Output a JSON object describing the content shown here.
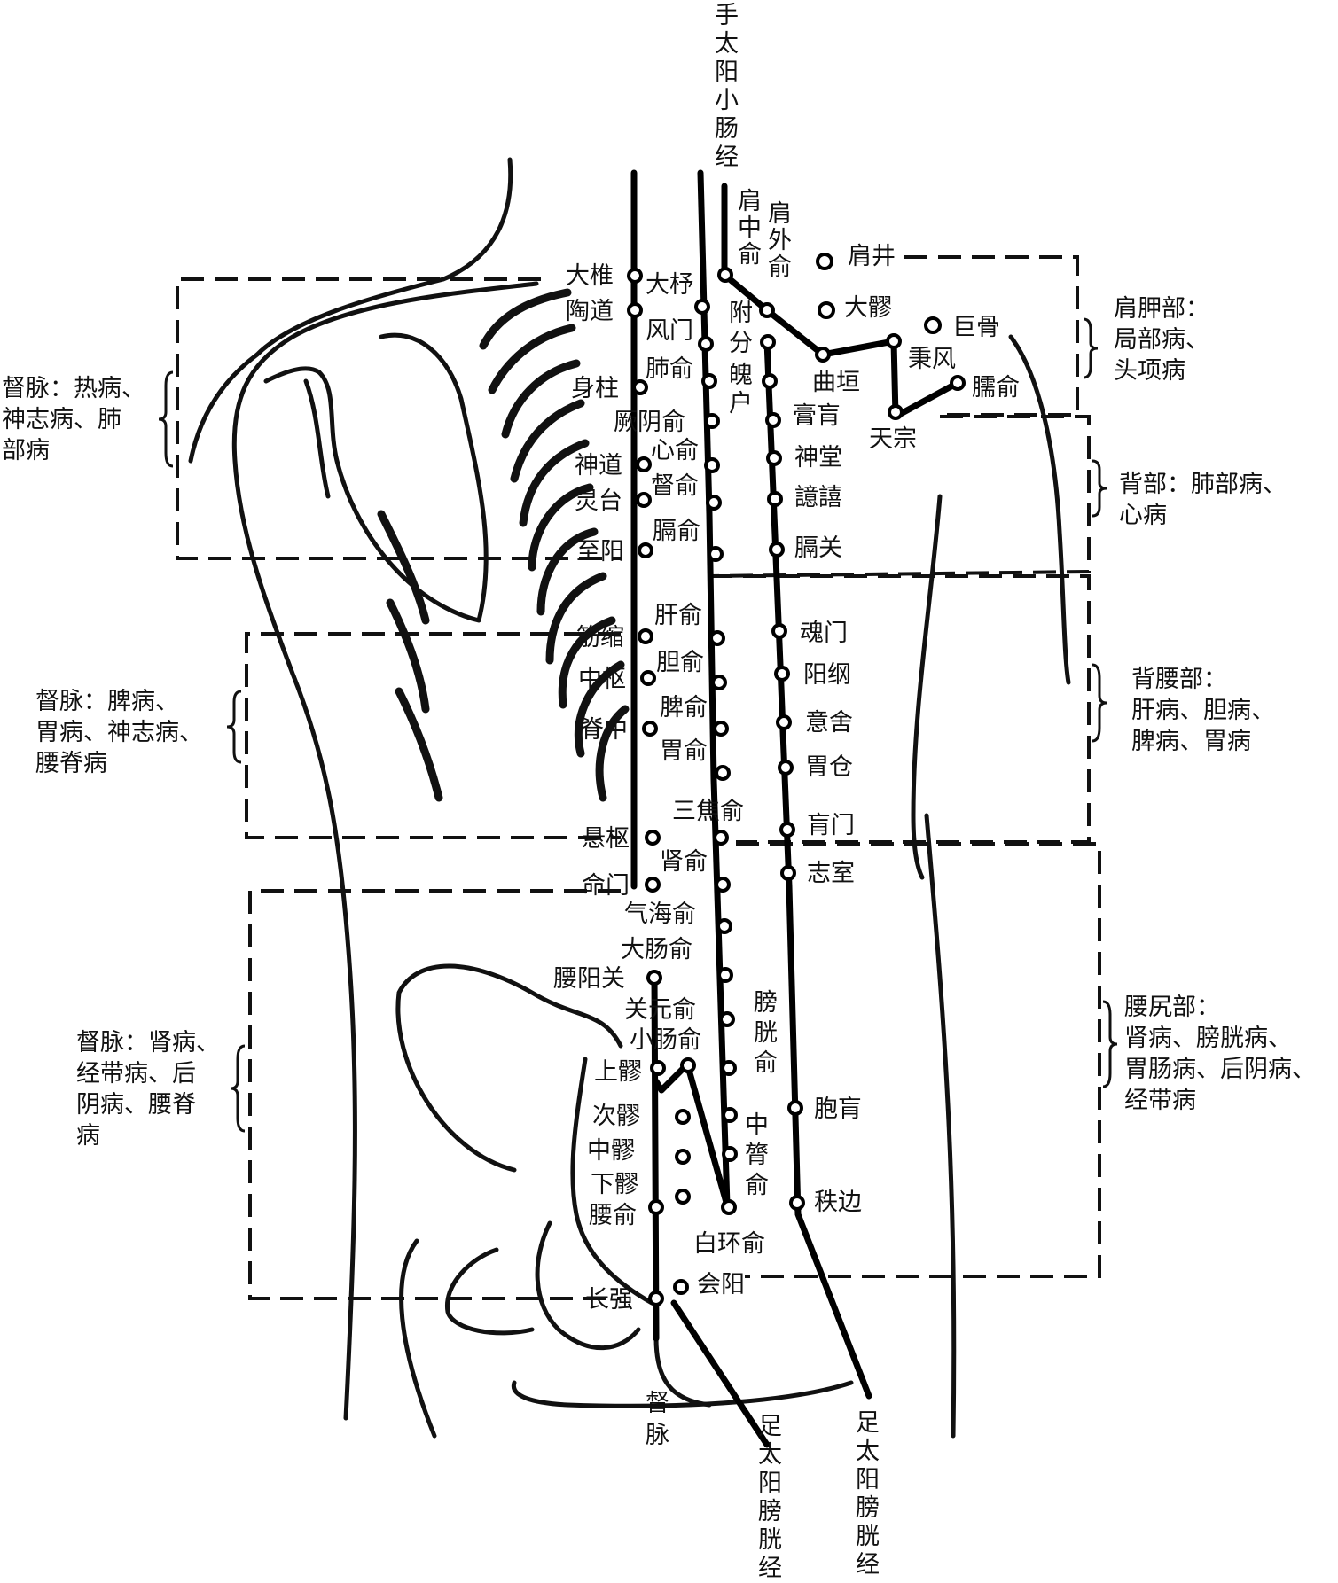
{
  "meridians": {
    "du": "督脉",
    "small_intestine": "手太阳小肠经",
    "bladder_inner": "足太阳膀胱经",
    "bladder_outer": "足太阳膀胱经"
  },
  "regions": [
    {
      "id": "shoulder",
      "lines": [
        "肩胛部：",
        "局部病、",
        "头项病"
      ]
    },
    {
      "id": "back",
      "lines": [
        "背部：肺部病、",
        "心病"
      ]
    },
    {
      "id": "back-waist",
      "lines": [
        "背腰部：",
        "肝病、胆病、",
        "脾病、胃病"
      ]
    },
    {
      "id": "waist-sacrum",
      "lines": [
        "腰尻部：",
        "肾病、膀胱病、",
        "胃肠病、后阴病、",
        "经带病"
      ]
    }
  ],
  "du_notes": [
    {
      "id": "du-upper",
      "lines": [
        "督脉：热病、",
        "神志病、肺",
        "部病"
      ]
    },
    {
      "id": "du-middle",
      "lines": [
        "督脉：脾病、",
        "胃病、神志病、",
        "腰脊病"
      ]
    },
    {
      "id": "du-lower",
      "lines": [
        "督脉：肾病、",
        "经带病、后",
        "阴病、腰脊",
        "病"
      ]
    }
  ],
  "points": {
    "du": [
      "大椎",
      "陶道",
      "身柱",
      "神道",
      "灵台",
      "至阳",
      "筋缩",
      "中枢",
      "脊中",
      "悬枢",
      "命门",
      "腰阳关",
      "长强"
    ],
    "bladder_inner": [
      "大杼",
      "风门",
      "肺俞",
      "厥阴俞",
      "心俞",
      "督俞",
      "膈俞",
      "肝俞",
      "胆俞",
      "脾俞",
      "胃俞",
      "三焦俞",
      "肾俞",
      "气海俞",
      "大肠俞",
      "关元俞",
      "小肠俞",
      "膀胱俞",
      "中膂俞",
      "白环俞",
      "会阳"
    ],
    "sacral": [
      "上髎",
      "次髎",
      "中髎",
      "下髎",
      "腰俞"
    ],
    "bladder_outer": [
      "附分",
      "魄户",
      "膏肓",
      "神堂",
      "譩譆",
      "膈关",
      "魂门",
      "阳纲",
      "意舍",
      "胃仓",
      "肓门",
      "志室",
      "胞肓",
      "秩边"
    ],
    "small_intestine": [
      "肩中俞",
      "肩外俞",
      "肩井",
      "大髎",
      "巨骨",
      "秉风",
      "曲垣",
      "臑俞",
      "天宗"
    ]
  }
}
